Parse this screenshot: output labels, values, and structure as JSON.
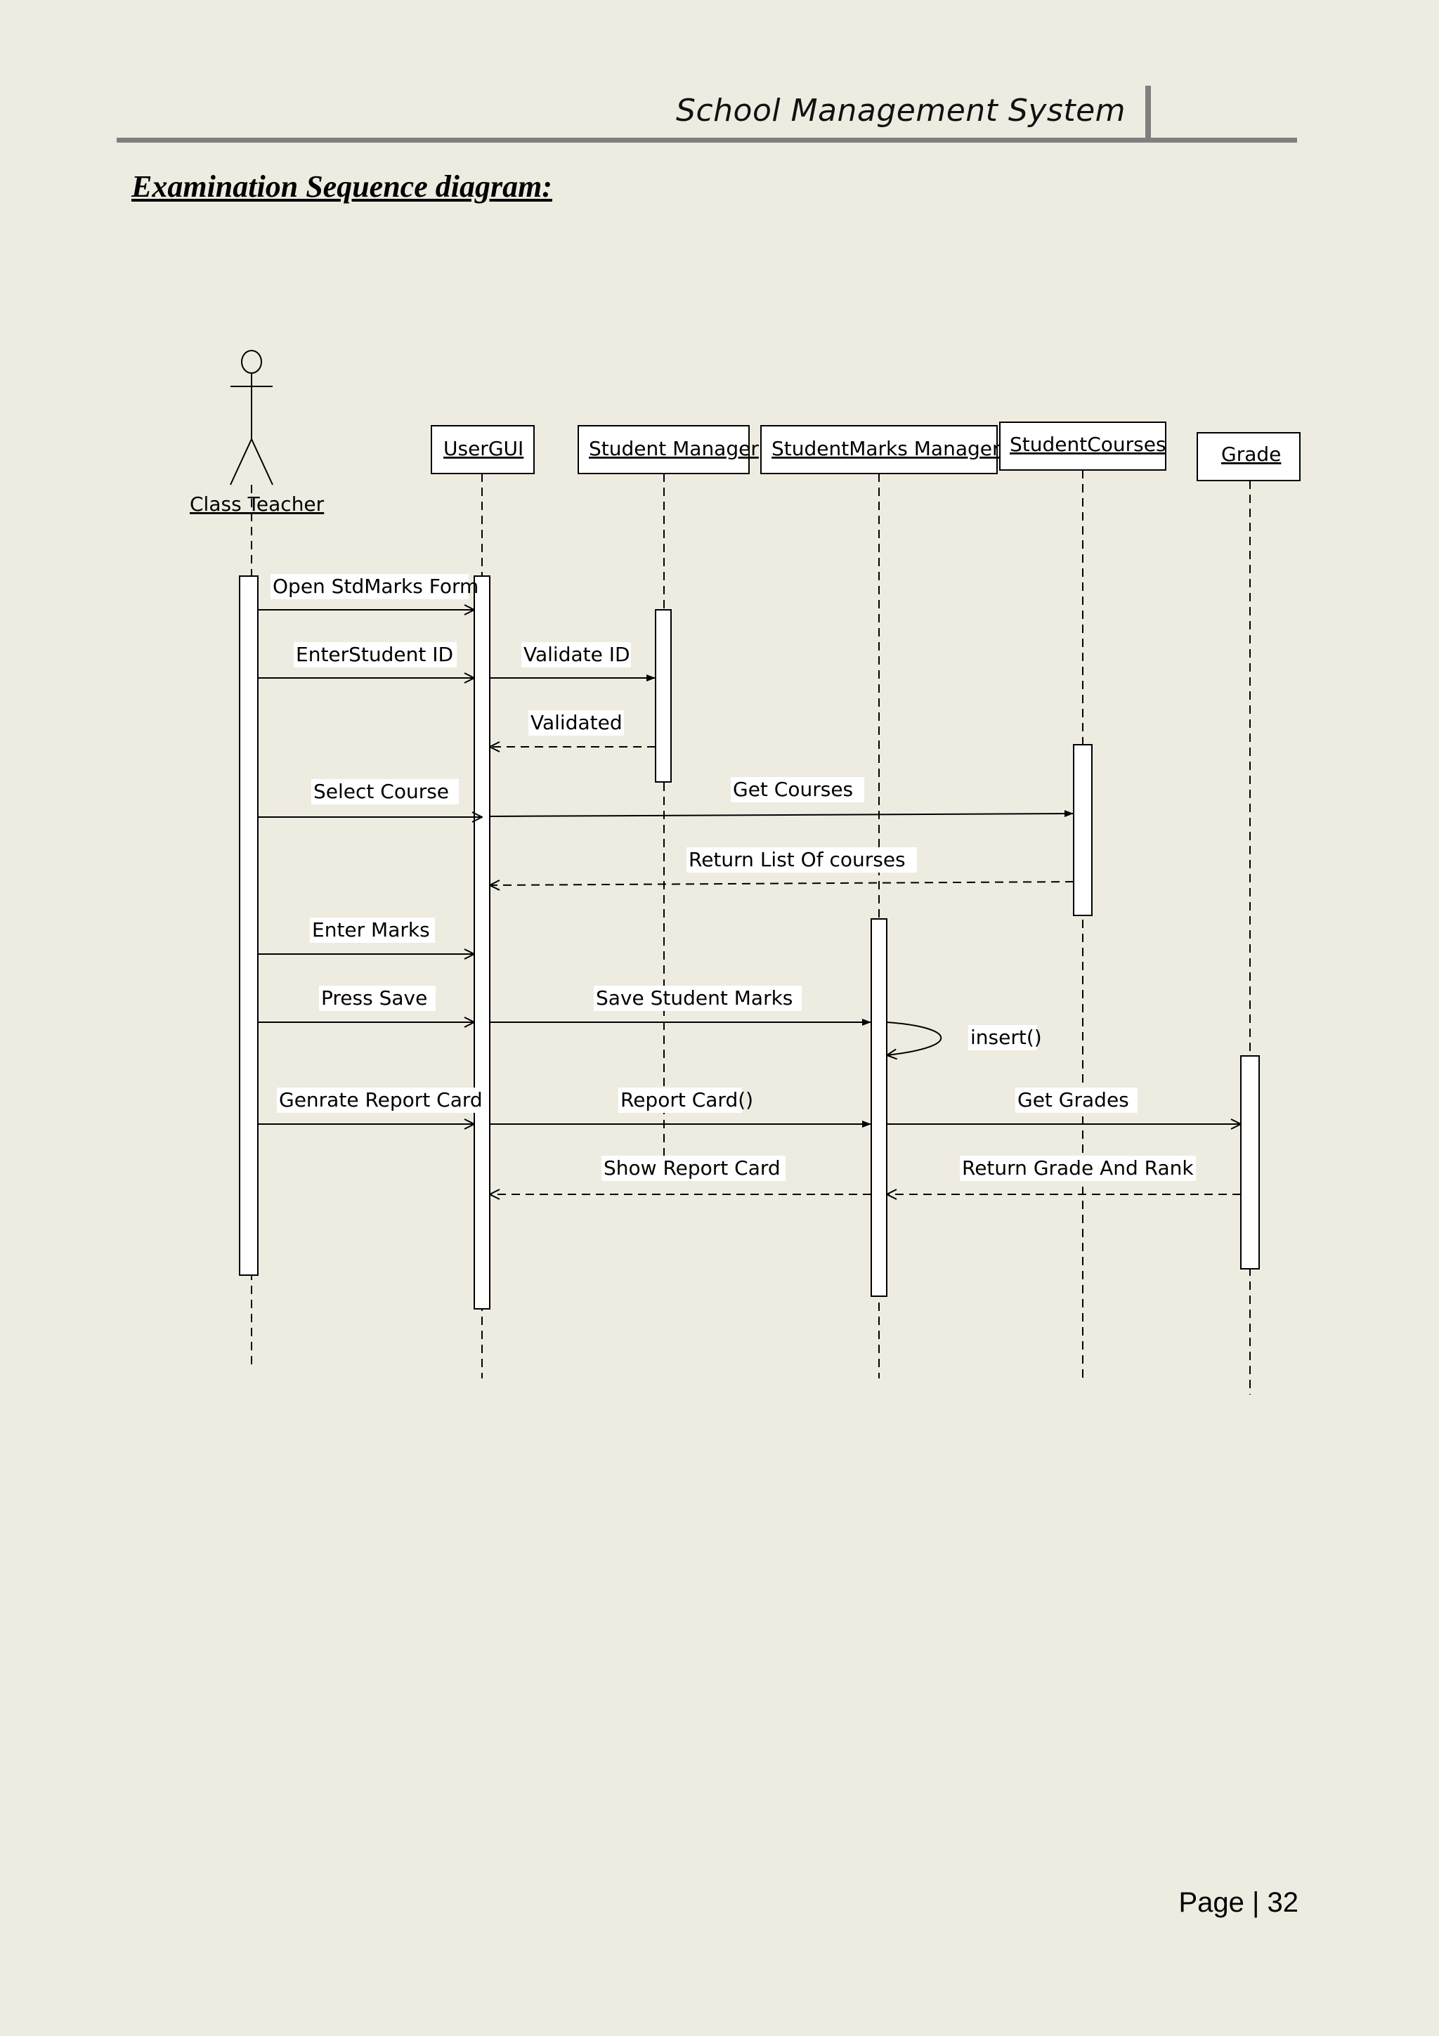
{
  "header": {
    "title": "School Management System"
  },
  "section_title": "Examination Sequence diagram:",
  "footer": {
    "page_label": "Page | 32"
  },
  "diagram": {
    "actor": {
      "name": "Class Teacher"
    },
    "objects": [
      {
        "id": "usergui",
        "label": "UserGUI"
      },
      {
        "id": "studentmanager",
        "label": "Student Manager"
      },
      {
        "id": "marksmanager",
        "label": "StudentMarks Manager"
      },
      {
        "id": "studentcourses",
        "label": "StudentCourses"
      },
      {
        "id": "grade",
        "label": "Grade"
      }
    ],
    "messages": [
      {
        "label": "Open StdMarks Form",
        "from": "actor",
        "to": "usergui",
        "kind": "sync"
      },
      {
        "label": "EnterStudent ID",
        "from": "actor",
        "to": "usergui",
        "kind": "sync"
      },
      {
        "label": "Validate ID",
        "from": "usergui",
        "to": "studentmanager",
        "kind": "sync"
      },
      {
        "label": "Validated",
        "from": "studentmanager",
        "to": "usergui",
        "kind": "return"
      },
      {
        "label": "Select Course",
        "from": "actor",
        "to": "usergui",
        "kind": "sync"
      },
      {
        "label": "Get Courses",
        "from": "usergui",
        "to": "studentcourses",
        "kind": "sync"
      },
      {
        "label": "Return List Of courses",
        "from": "studentcourses",
        "to": "usergui",
        "kind": "return"
      },
      {
        "label": "Enter Marks",
        "from": "actor",
        "to": "usergui",
        "kind": "sync"
      },
      {
        "label": "Press Save",
        "from": "actor",
        "to": "usergui",
        "kind": "sync"
      },
      {
        "label": "Save Student Marks",
        "from": "usergui",
        "to": "marksmanager",
        "kind": "sync"
      },
      {
        "label": "insert()",
        "from": "marksmanager",
        "to": "marksmanager",
        "kind": "self"
      },
      {
        "label": "Genrate Report Card",
        "from": "actor",
        "to": "usergui",
        "kind": "sync"
      },
      {
        "label": "Report Card()",
        "from": "usergui",
        "to": "marksmanager",
        "kind": "sync"
      },
      {
        "label": "Get Grades",
        "from": "marksmanager",
        "to": "grade",
        "kind": "sync"
      },
      {
        "label": "Show Report Card",
        "from": "marksmanager",
        "to": "usergui",
        "kind": "return"
      },
      {
        "label": "Return Grade And Rank",
        "from": "grade",
        "to": "marksmanager",
        "kind": "return"
      }
    ]
  }
}
